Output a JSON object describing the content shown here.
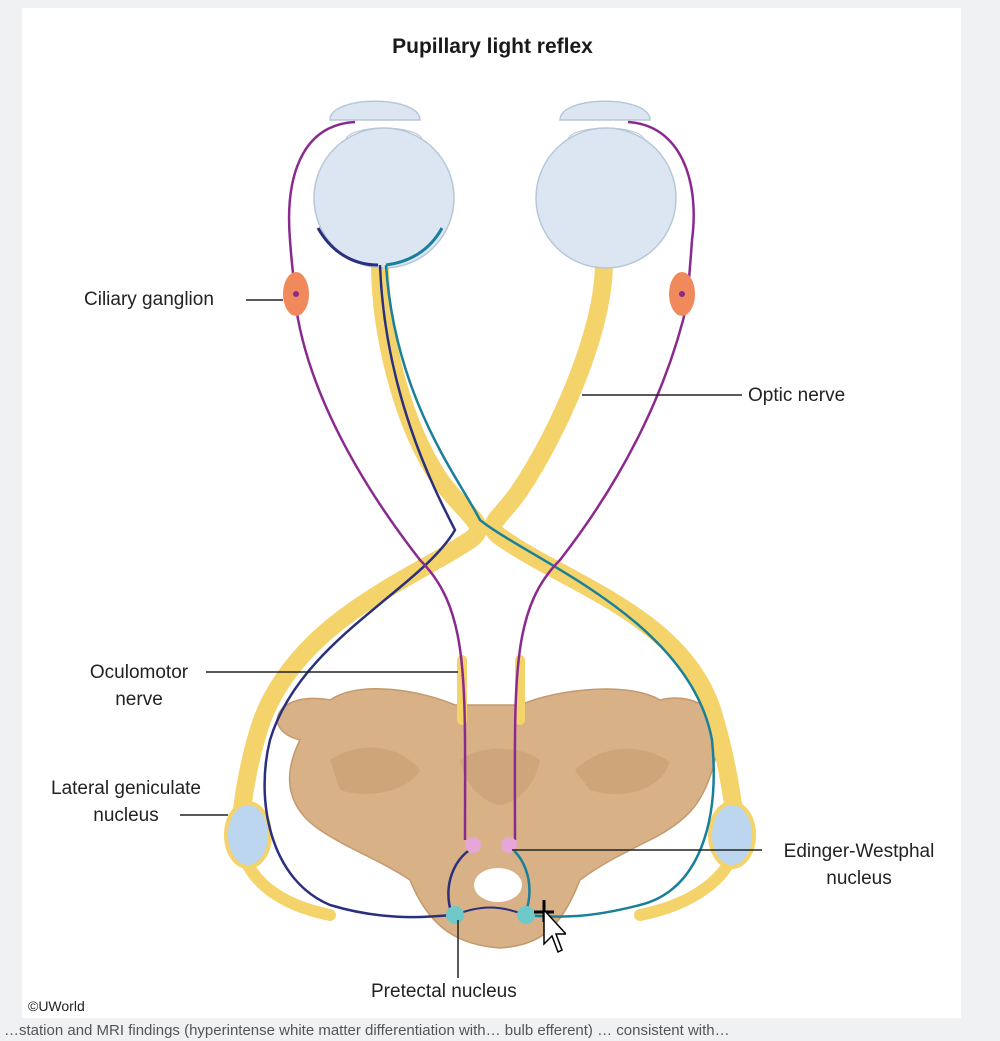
{
  "figure": {
    "title": "Pupillary light reflex",
    "labels": {
      "ciliary_ganglion": "Ciliary ganglion",
      "optic_nerve": "Optic nerve",
      "oculomotor_nerve_1": "Oculomotor",
      "oculomotor_nerve_2": "nerve",
      "lgn_1": "Lateral geniculate",
      "lgn_2": "nucleus",
      "ew_1": "Edinger-Westphal",
      "ew_2": "nucleus",
      "pretectal_nucleus": "Pretectal nucleus"
    },
    "copyright": "©UWorld"
  },
  "colors": {
    "nerve_yellow": "#f3d36a",
    "parasympathetic_purple": "#8a2a8e",
    "afferent_navy": "#2a2f7e",
    "afferent_teal": "#1a7f9a",
    "brainstem_tan": "#d9b187",
    "ganglion_orange": "#f08a5d",
    "eye_blue": "#dbe6f2"
  },
  "caption": {
    "text": "…station and MRI findings (hyperintense white matter differentiation with… bulb efferent) … consistent with…"
  }
}
